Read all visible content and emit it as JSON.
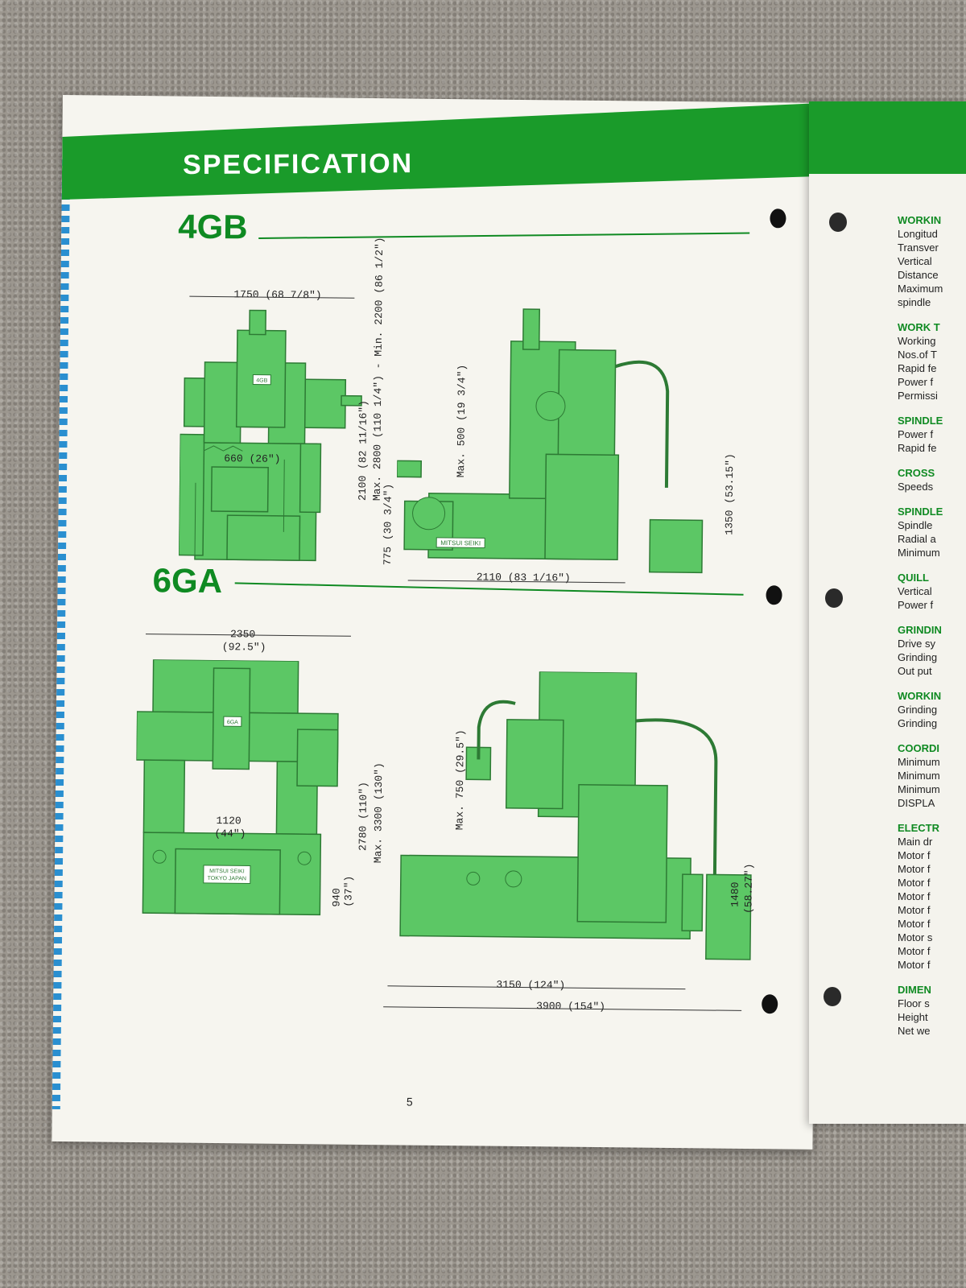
{
  "header": {
    "title": "SPECIFICATION"
  },
  "models": {
    "m1": {
      "name": "4GB"
    },
    "m2": {
      "name": "6GA"
    }
  },
  "dims_4gb": {
    "width_front": "1750 (68 7/8\")",
    "table_width": "660 (26\")",
    "height_2100": "2100 (82 11/16\")",
    "height_max_min": "Max. 2800 (110 1/4\") - Min. 2200 (86 1/2\")",
    "height_775": "775 (30 3/4\")",
    "max_500": "Max. 500 (19 3/4\")",
    "length_side": "2110 (83 1/16\")",
    "cabinet_1350": "1350 (53.15\")",
    "nameplate": "MITSUI SEIKI",
    "badge": "4GB"
  },
  "dims_6ga": {
    "width_front_1": "2350",
    "width_front_2": "(92.5\")",
    "table_1": "1120",
    "table_2": "(44\")",
    "h940_1": "940",
    "h940_2": "(37\")",
    "h2780": "2780 (110\")",
    "hmax3300": "Max. 3300 (130\")",
    "max750": "Max. 750 (29.5\")",
    "h1480_1": "1480",
    "h1480_2": "(58.27\")",
    "len3150": "3150 (124\")",
    "len3900": "3900 (154\")",
    "nameplate_1": "MITSUI SEIKI",
    "nameplate_2": "TOKYO JAPAN",
    "badge": "6GA"
  },
  "page_number": "5",
  "right_page": {
    "lines": [
      {
        "text": "WORKIN",
        "head": true
      },
      {
        "text": "Longitud",
        "head": false
      },
      {
        "text": "Transver",
        "head": false
      },
      {
        "text": "Vertical",
        "head": false
      },
      {
        "text": "Distance",
        "head": false
      },
      {
        "text": "Maximum",
        "head": false
      },
      {
        "text": "spindle",
        "head": false
      },
      {
        "text": "WORK T",
        "head": true
      },
      {
        "text": "Working",
        "head": false
      },
      {
        "text": "Nos.of T",
        "head": false
      },
      {
        "text": "Rapid fe",
        "head": false
      },
      {
        "text": "Power f",
        "head": false
      },
      {
        "text": "Permissi",
        "head": false
      },
      {
        "text": "SPINDLE",
        "head": true
      },
      {
        "text": "Power f",
        "head": false
      },
      {
        "text": "Rapid fe",
        "head": false
      },
      {
        "text": "CROSS",
        "head": true
      },
      {
        "text": "Speeds",
        "head": false
      },
      {
        "text": "SPINDLE",
        "head": true
      },
      {
        "text": "Spindle",
        "head": false
      },
      {
        "text": "Radial a",
        "head": false
      },
      {
        "text": "Minimum",
        "head": false
      },
      {
        "text": "QUILL",
        "head": true
      },
      {
        "text": "Vertical",
        "head": false
      },
      {
        "text": "Power f",
        "head": false
      },
      {
        "text": "GRINDIN",
        "head": true
      },
      {
        "text": "Drive sy",
        "head": false
      },
      {
        "text": "Grinding",
        "head": false
      },
      {
        "text": "Out put",
        "head": false
      },
      {
        "text": "WORKIN",
        "head": true
      },
      {
        "text": "Grinding",
        "head": false
      },
      {
        "text": "Grinding",
        "head": false
      },
      {
        "text": "COORDI",
        "head": true
      },
      {
        "text": "Minimum",
        "head": false
      },
      {
        "text": "Minimum",
        "head": false
      },
      {
        "text": "Minimum",
        "head": false
      },
      {
        "text": "DISPLA",
        "head": false
      },
      {
        "text": "ELECTR",
        "head": true
      },
      {
        "text": "Main dr",
        "head": false
      },
      {
        "text": "Motor f",
        "head": false
      },
      {
        "text": "Motor f",
        "head": false
      },
      {
        "text": "Motor f",
        "head": false
      },
      {
        "text": "Motor f",
        "head": false
      },
      {
        "text": "Motor f",
        "head": false
      },
      {
        "text": "Motor f",
        "head": false
      },
      {
        "text": "Motor s",
        "head": false
      },
      {
        "text": "Motor f",
        "head": false
      },
      {
        "text": "Motor f",
        "head": false
      },
      {
        "text": "DIMEN",
        "head": true
      },
      {
        "text": "Floor s",
        "head": false
      },
      {
        "text": "Height",
        "head": false
      },
      {
        "text": "Net we",
        "head": false
      }
    ]
  }
}
